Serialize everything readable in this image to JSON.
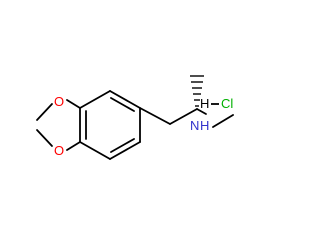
{
  "molecule": {
    "atoms": {
      "oxygen_top": "O",
      "oxygen_bottom": "O",
      "amine_n": "N",
      "amine_h": "H",
      "hcl_h": "H",
      "hcl_cl": "Cl"
    },
    "colors": {
      "bond": "#000000",
      "oxygen": "#ff0000",
      "nitrogen": "#3333cc",
      "chlorine": "#00b000",
      "hydrogen": "#000000"
    }
  }
}
